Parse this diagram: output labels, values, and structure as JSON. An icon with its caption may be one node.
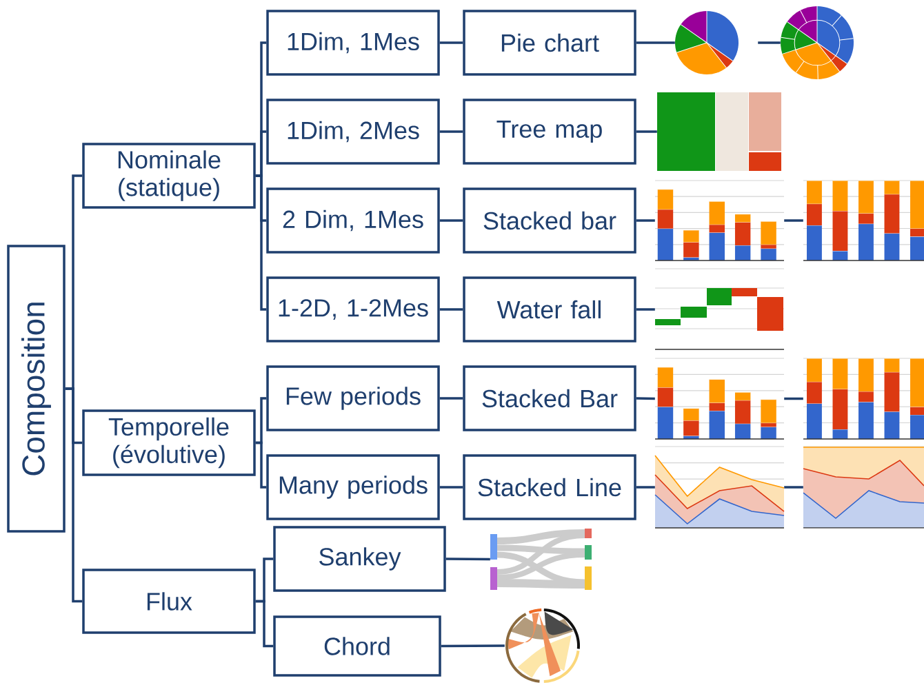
{
  "diagram": {
    "nodes": [
      {
        "text": [
          "Composition"
        ]
      },
      {
        "text": [
          "Nominale (statique)"
        ]
      },
      {
        "text": [
          "Temporelle (évolutive)"
        ]
      },
      {
        "text": [
          "Flux"
        ]
      },
      {
        "text": [
          "1Dim, 1Mes"
        ]
      },
      {
        "text": [
          "1Dim, 2Mes"
        ]
      },
      {
        "text": [
          "2 Dim, 1Mes"
        ]
      },
      {
        "text": [
          "1-2D, 1-2Mes"
        ]
      },
      {
        "text": [
          "Few periods"
        ]
      },
      {
        "text": [
          "Many periods"
        ]
      },
      {
        "text": [
          "Pie chart"
        ]
      },
      {
        "text": [
          "Tree map"
        ]
      },
      {
        "text": [
          "Stacked bar"
        ]
      },
      {
        "text": [
          "Water fall"
        ]
      },
      {
        "text": [
          "Stacked Bar"
        ]
      },
      {
        "text": [
          "Stacked Line"
        ]
      },
      {
        "text": [
          "Sankey"
        ]
      },
      {
        "text": [
          "Chord"
        ]
      },
      {
        "text": [],
        "shape": "picture"
      },
      {
        "text": [],
        "shape": "picture"
      },
      {
        "text": [],
        "shape": "picture"
      },
      {
        "text": [],
        "shape": "picture"
      },
      {
        "text": [],
        "shape": "picture"
      },
      {
        "text": [],
        "shape": "picture"
      },
      {
        "text": [],
        "shape": "picture"
      },
      {
        "text": [],
        "shape": "picture"
      },
      {
        "text": [],
        "shape": "picture"
      },
      {
        "text": [],
        "shape": "picture"
      },
      {
        "text": [],
        "shape": "picture"
      },
      {
        "text": [],
        "shape": "picture"
      }
    ],
    "edges": [
      {
        "from": 0,
        "to": 1,
        "arrow": "none"
      },
      {
        "from": 0,
        "to": 2,
        "arrow": "none"
      },
      {
        "from": 0,
        "to": 3,
        "arrow": "none"
      },
      {
        "from": 1,
        "to": 4,
        "arrow": "none"
      },
      {
        "from": 1,
        "to": 5,
        "arrow": "none"
      },
      {
        "from": 1,
        "to": 6,
        "arrow": "none"
      },
      {
        "from": 1,
        "to": 7,
        "arrow": "none"
      },
      {
        "from": 2,
        "to": 8,
        "arrow": "none"
      },
      {
        "from": 2,
        "to": 9,
        "arrow": "none"
      },
      {
        "from": 3,
        "to": 16,
        "arrow": "none"
      },
      {
        "from": 3,
        "to": 17,
        "arrow": "none"
      },
      {
        "from": 4,
        "to": 10,
        "arrow": "none"
      },
      {
        "from": 5,
        "to": 11,
        "arrow": "none"
      },
      {
        "from": 6,
        "to": 12,
        "arrow": "none"
      },
      {
        "from": 7,
        "to": 13,
        "arrow": "none"
      },
      {
        "from": 8,
        "to": 14,
        "arrow": "none"
      },
      {
        "from": 9,
        "to": 15,
        "arrow": "none"
      },
      {
        "from": 10,
        "to": 18,
        "arrow": "none"
      },
      {
        "from": 18,
        "to": 19,
        "arrow": "none"
      },
      {
        "from": 11,
        "to": 20,
        "arrow": "none"
      },
      {
        "from": 12,
        "to": 21,
        "arrow": "none"
      },
      {
        "from": 21,
        "to": 22,
        "arrow": "none"
      },
      {
        "from": 13,
        "to": 23,
        "arrow": "none"
      },
      {
        "from": 14,
        "to": 24,
        "arrow": "none"
      },
      {
        "from": 24,
        "to": 25,
        "arrow": "none"
      },
      {
        "from": 15,
        "to": 26,
        "arrow": "none"
      },
      {
        "from": 26,
        "to": 27,
        "arrow": "none"
      },
      {
        "from": 16,
        "to": 28,
        "arrow": "none"
      },
      {
        "from": 17,
        "to": 29,
        "arrow": "none"
      }
    ]
  }
}
